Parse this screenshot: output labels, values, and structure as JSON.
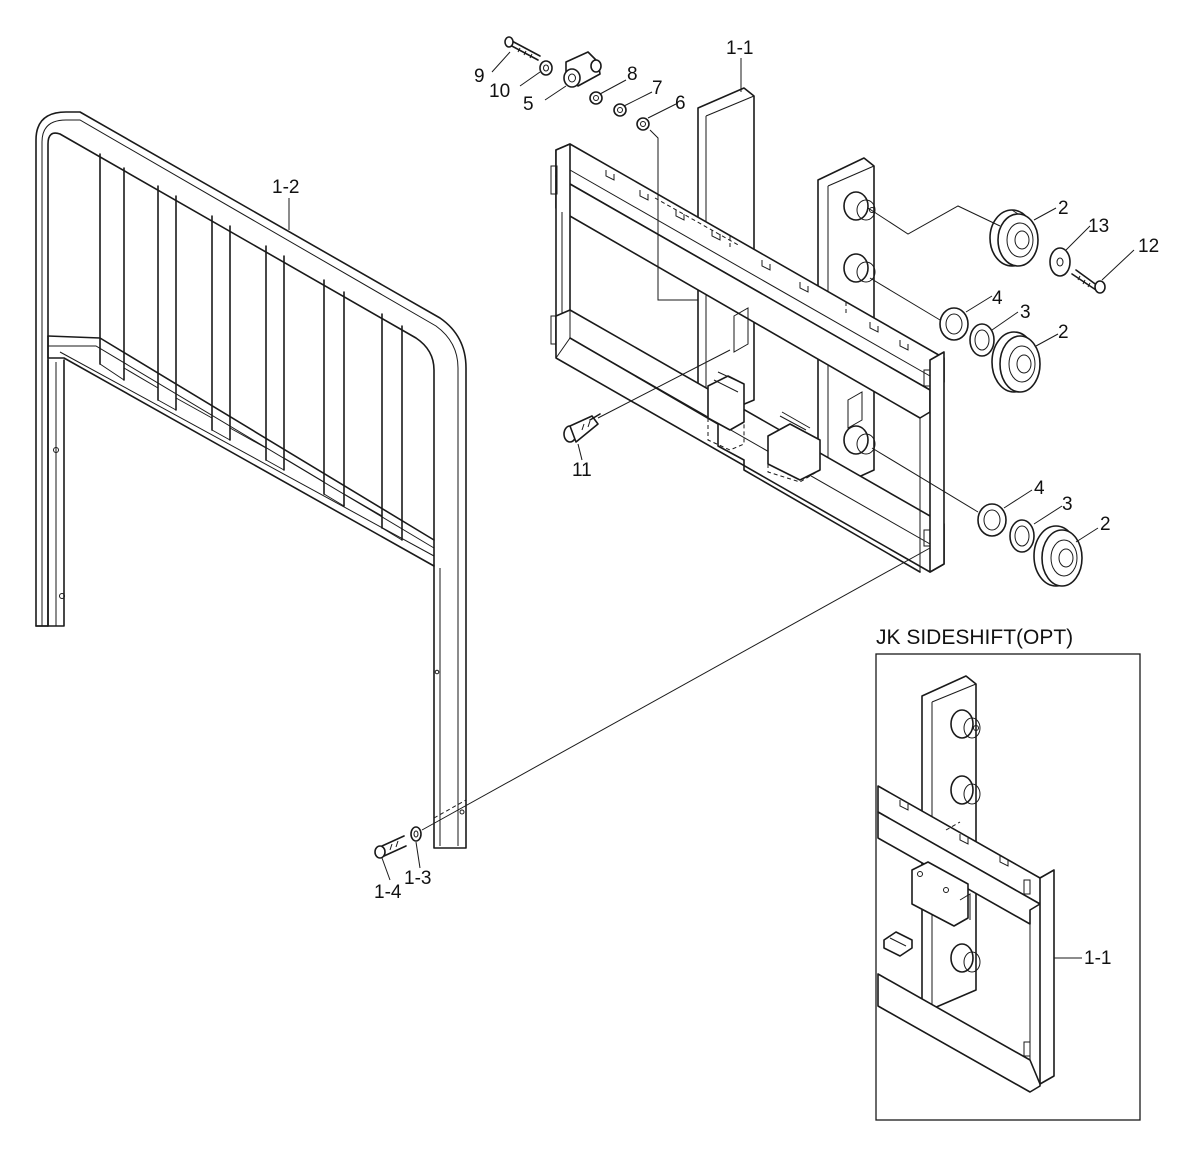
{
  "diagram": {
    "inset_title": "JK SIDESHIFT(OPT)",
    "labels": {
      "p1_1": "1-1",
      "p1_2": "1-2",
      "p1_3": "1-3",
      "p1_4": "1-4",
      "p2a": "2",
      "p2b": "2",
      "p2c": "2",
      "p3a": "3",
      "p3b": "3",
      "p4a": "4",
      "p4b": "4",
      "p5": "5",
      "p6": "6",
      "p7": "7",
      "p8": "8",
      "p9": "9",
      "p10": "10",
      "p11": "11",
      "p12": "12",
      "p13": "13",
      "inset_p1_1": "1-1"
    }
  }
}
